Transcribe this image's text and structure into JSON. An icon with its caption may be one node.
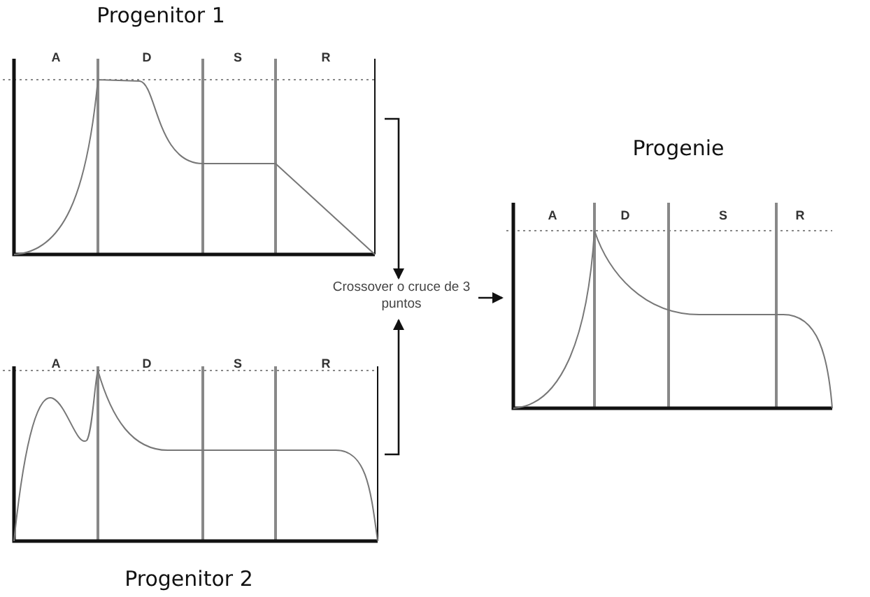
{
  "diagram": {
    "nodes": [
      {
        "text": [
          "Progenitor 1",
          "A",
          "D",
          "S",
          "R"
        ]
      },
      {
        "text": [
          "Progenitor 2",
          "A",
          "D",
          "S",
          "R"
        ]
      },
      {
        "text": [
          "Crossover o cruce de 3 puntos"
        ]
      },
      {
        "text": [
          "Progenie",
          "A",
          "D",
          "S",
          "R"
        ]
      }
    ],
    "edges": [
      {
        "from": 0,
        "to": 2,
        "arrow": "to"
      },
      {
        "from": 1,
        "to": 2,
        "arrow": "to"
      },
      {
        "from": 2,
        "to": 3,
        "arrow": "to"
      }
    ]
  }
}
